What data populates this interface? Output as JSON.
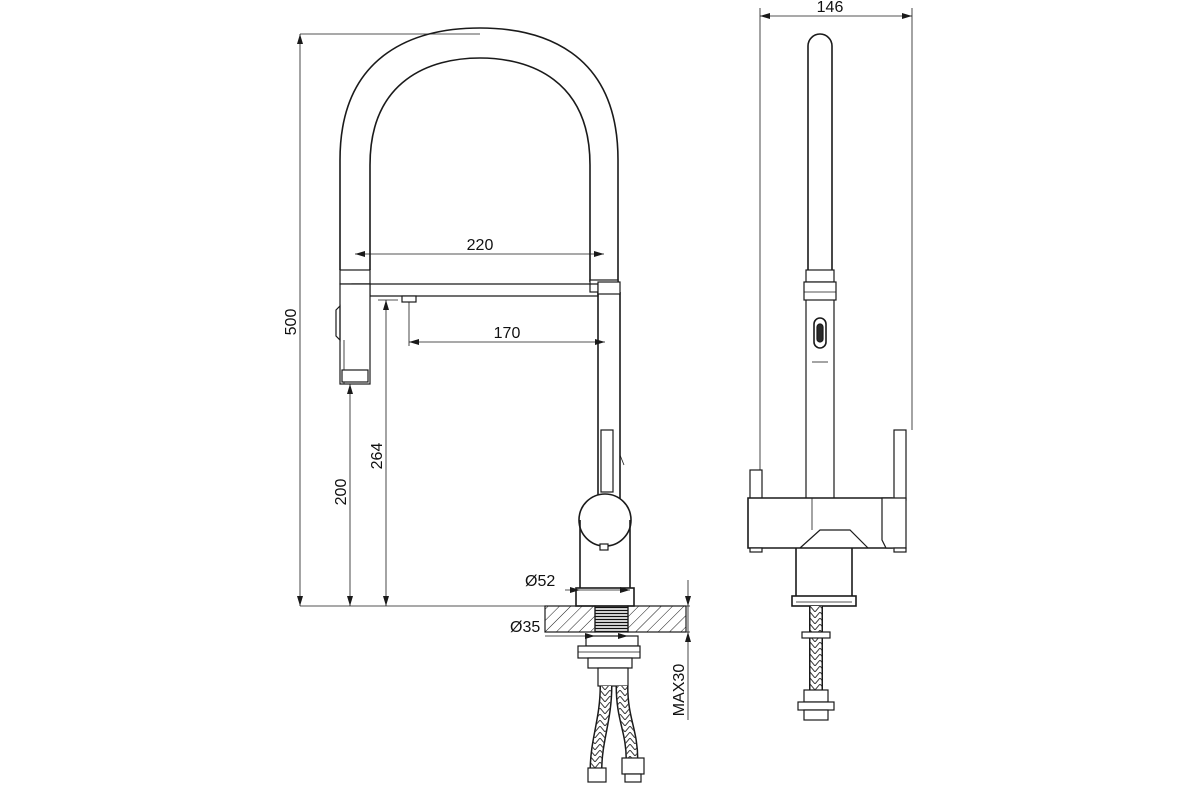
{
  "dimensions": {
    "total_height": "500",
    "base_to_aerator": "200",
    "base_to_spout": "264",
    "spout_reach_outer": "220",
    "spout_reach_inner": "170",
    "body_diameter": "Ø52",
    "hole_diameter": "Ø35",
    "max_countertop": "MAX30",
    "side_width": "146"
  }
}
